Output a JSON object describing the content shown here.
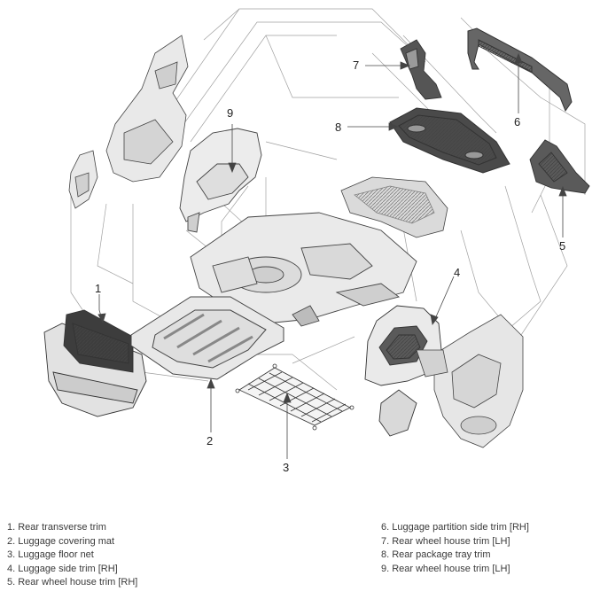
{
  "callouts": {
    "c1": "1",
    "c2": "2",
    "c3": "3",
    "c4": "4",
    "c5": "5",
    "c6": "6",
    "c7": "7",
    "c8": "8",
    "c9": "9"
  },
  "legend": {
    "left": [
      "1. Rear transverse trim",
      "2. Luggage covering mat",
      "3. Luggage floor net",
      "4. Luggage side trim [RH]",
      "5. Rear wheel house trim [RH]"
    ],
    "right": [
      "6. Luggage partition side trim [RH]",
      "7. Rear wheel house trim [LH]",
      "8. Rear package tray trim",
      "9. Rear wheel house trim [LH]"
    ]
  },
  "colors": {
    "line": "#555555",
    "part_fill": "#e6e6e6",
    "part_dark": "#3a3a3a",
    "guide": "#9a9a9a"
  }
}
